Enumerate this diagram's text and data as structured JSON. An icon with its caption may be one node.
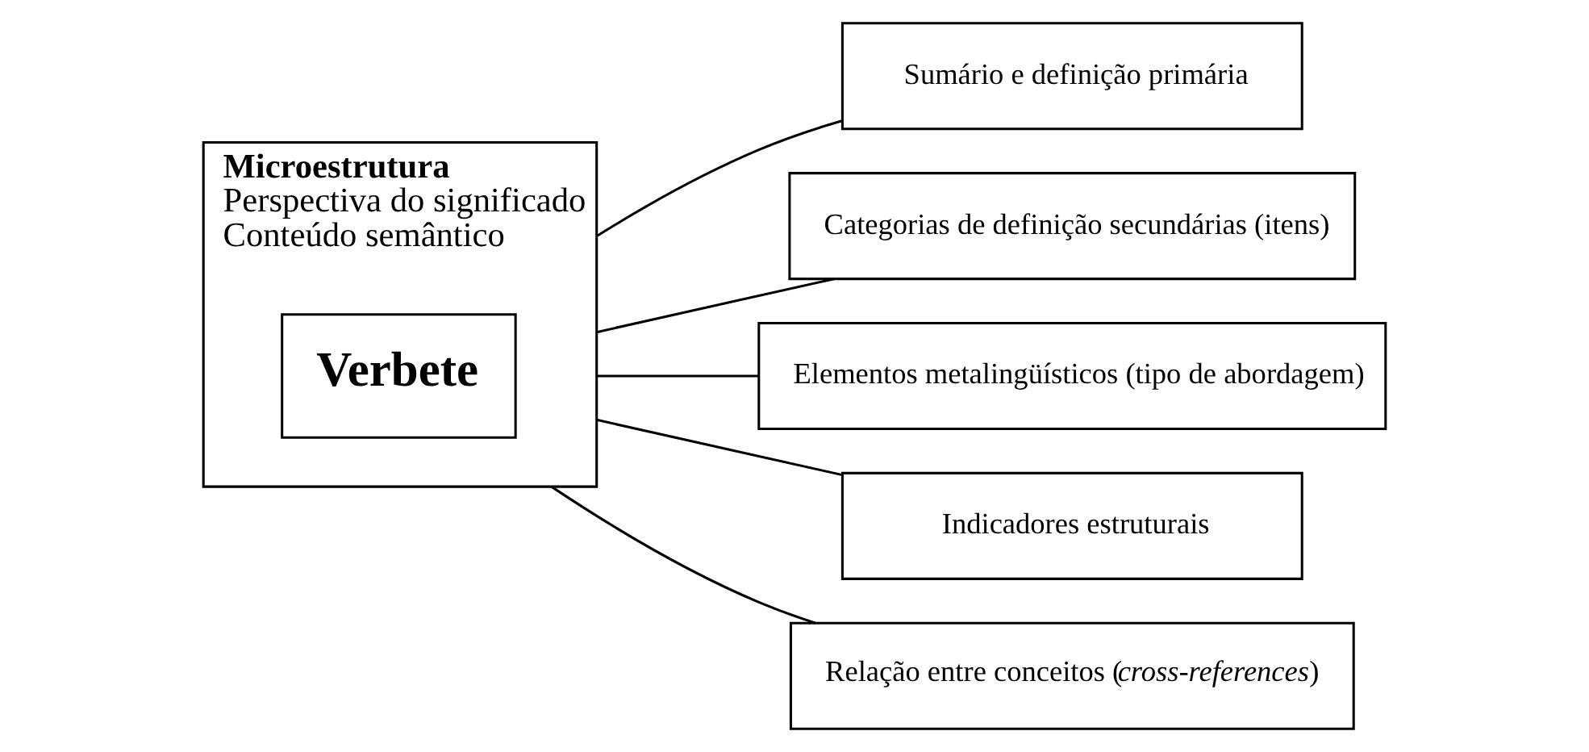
{
  "diagram": {
    "nodes": [
      {
        "text": [
          "Microestrutura",
          "Perspectiva do significado",
          "Conteúdo semântico"
        ]
      },
      {
        "text": [
          "Verbete"
        ],
        "in": 0
      },
      {
        "text": [
          "Sumário e definição primária"
        ]
      },
      {
        "text": [
          "Categorias de definição secundárias (itens)"
        ]
      },
      {
        "text": [
          "Elementos metalingüísticos (tipo de abordagem)"
        ]
      },
      {
        "text": [
          "Indicadores estruturais"
        ]
      },
      {
        "text": [
          "Relação entre conceitos (*cross-references*)"
        ]
      }
    ],
    "edges": [
      {
        "from": 0,
        "to": 2,
        "arrow": "none"
      },
      {
        "from": 0,
        "to": 3,
        "arrow": "none"
      },
      {
        "from": 0,
        "to": 4,
        "arrow": "none"
      },
      {
        "from": 0,
        "to": 5,
        "arrow": "none"
      },
      {
        "from": 0,
        "to": 6,
        "arrow": "none"
      }
    ]
  }
}
